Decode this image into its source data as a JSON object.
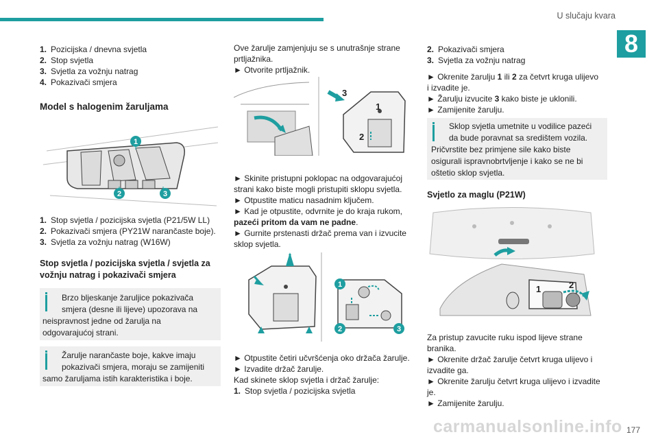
{
  "header": {
    "title": "U slučaju kvara",
    "chapter": "8"
  },
  "page_number": "177",
  "watermark": "carmanualsonline.info",
  "col1": {
    "list1": [
      {
        "n": "1.",
        "text": "Pozicijska / dnevna svjetla"
      },
      {
        "n": "2.",
        "text": "Stop svjetla"
      },
      {
        "n": "3.",
        "text": "Svjetla za vožnju natrag"
      },
      {
        "n": "4.",
        "text": "Pokazivači smjera"
      }
    ],
    "heading": "Model s halogenim žaruljama",
    "callouts": [
      "1",
      "2",
      "3"
    ],
    "list2": [
      {
        "n": "1.",
        "text": "Stop svjetla / pozicijska svjetla (P21/5W LL)"
      },
      {
        "n": "2.",
        "text": "Pokazivači smjera (PY21W narančaste boje)."
      },
      {
        "n": "3.",
        "text": "Svjetla za vožnju natrag (W16W)"
      }
    ],
    "subheading_l1": "Stop svjetla / pozicijska svjetla / svjetla za",
    "subheading_l2": "vožnju natrag i pokazivači smjera",
    "note1": [
      "Brzo bljeskanje žaruljice pokazivača",
      "smjera (desne ili lijeve) upozorava na",
      "neispravnost jedne od žarulja na",
      "odgovarajućoj strani."
    ],
    "note2": [
      "Žarulje narančaste boje, kakve imaju",
      "pokazivači smjera, moraju se zamijeniti",
      "samo žaruljama istih karakteristika i boje."
    ]
  },
  "col2": {
    "intro_l1": "Ove žarulje zamjenjuju se s unutrašnje strane",
    "intro_l2": "prtljažnika.",
    "step_open": "► Otvorite prtljažnik.",
    "fig1_labels": [
      "3",
      "1",
      "2"
    ],
    "steps_a": [
      "► Skinite pristupni poklopac na odgovarajućoj",
      "strani kako biste mogli pristupiti sklopu svjetla.",
      "► Otpustite maticu nasadnim ključem.",
      "► Kad je otpustite, odvrnite je do kraja rukom,"
    ],
    "steps_a_bold": "pazeći pritom da vam ne padne",
    "steps_a_end": [
      "► Gurnite prstenasti držač prema van i izvucite",
      "sklop svjetla."
    ],
    "fig2_labels": [
      "1",
      "2",
      "3"
    ],
    "steps_b": [
      "► Otpustite četiri učvršćenja oko držača žarulje.",
      "► Izvadite držač žarulje.",
      "Kad skinete sklop svjetla i držač žarulje:"
    ],
    "last_item": {
      "n": "1.",
      "text": "Stop svjetla / pozicijska svjetla"
    }
  },
  "col3": {
    "list": [
      {
        "n": "2.",
        "text": "Pokazivači smjera"
      },
      {
        "n": "3.",
        "text": "Svjetla za vožnju natrag"
      }
    ],
    "step1_l1a": "► Okrenite žarulju ",
    "step1_b1": "1",
    "step1_mid": " ili ",
    "step1_b2": "2",
    "step1_l1b": " za četvrt kruga ulijevo",
    "step1_l2": "i izvadite je.",
    "step2a": "► Žarulju izvucite ",
    "step2b": "3",
    "step2c": " kako biste je uklonili.",
    "step3": "► Zamijenite žarulju.",
    "note": [
      "Sklop svjetla umetnite u vodilice pazeći",
      "da bude poravnat sa središtem vozila.",
      "Pričvrstite bez primjene sile kako biste",
      "osigurali ispravnobrtvljenje i kako se ne bi",
      "oštetio sklop svjetla."
    ],
    "fog_heading": "Svjetlo za maglu (P21W)",
    "fig_labels": [
      "1",
      "2"
    ],
    "fog_steps": [
      "Za pristup zavucite ruku ispod lijeve strane",
      "branika.",
      "► Okrenite držač žarulje četvrt kruga ulijevo i",
      "izvadite ga.",
      "► Okrenite žarulju četvrt kruga ulijevo i izvadite",
      "je.",
      "► Zamijenite žarulju."
    ]
  },
  "colors": {
    "accent": "#1e9ea0",
    "note_bg": "#efefef"
  }
}
